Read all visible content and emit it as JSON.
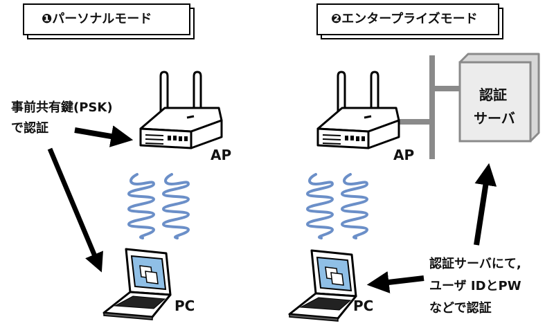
{
  "personal": {
    "title": "❶パーソナルモード",
    "psk_line1": "事前共有鍵(PSK)",
    "psk_line2": "で認証",
    "ap": "AP",
    "pc": "PC"
  },
  "enterprise": {
    "title": "❷エンタープライズモード",
    "server_line1": "認証",
    "server_line2": "サーバ",
    "ap": "AP",
    "pc": "PC",
    "auth_line1": "認証サーバにて,",
    "auth_line2": "ユーザ IDとPW",
    "auth_line3": "などで認証"
  },
  "colors": {
    "wave": "#6b8fc8",
    "server_fill": "#ececec",
    "server_edge": "#8a8a8a",
    "screen": "#8fbfe6",
    "line": "#000000"
  },
  "icons": [
    "wireless-router-icon",
    "laptop-icon",
    "server-cabinet-icon",
    "radio-wave-icon",
    "arrow-icon"
  ]
}
